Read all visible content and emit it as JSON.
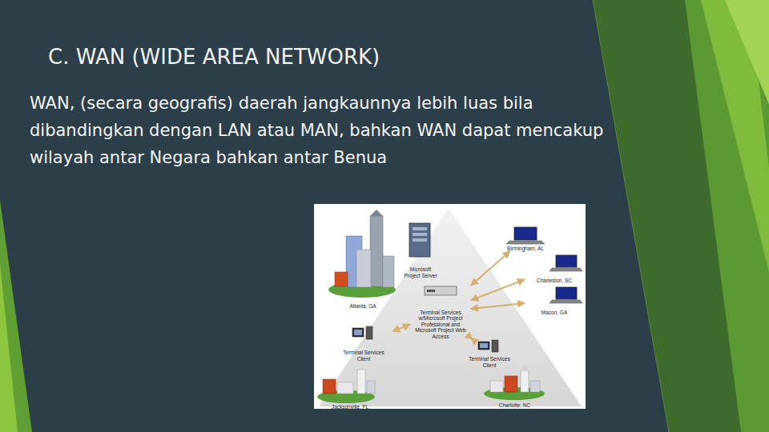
{
  "diagram": {
    "title": "C. WAN (WIDE AREA NETWORK)",
    "nodes": [
      {
        "text": [
          "Atlanta, GA"
        ]
      },
      {
        "text": [
          "Microsoft Project Server"
        ]
      },
      {
        "text": [
          "Terminal Services w/Microsoft Project Professional and Microsoft Project Web Access"
        ]
      },
      {
        "text": [
          "Birmingham, AL"
        ]
      },
      {
        "text": [
          "Charleston, SC"
        ]
      },
      {
        "text": [
          "Macon, GA"
        ]
      },
      {
        "text": [
          "Terminal Services Client"
        ]
      },
      {
        "text": [
          "Terminal Services Client"
        ]
      },
      {
        "text": [
          "Jacksonville, FL"
        ]
      },
      {
        "text": [
          "Charlotte, NC"
        ]
      }
    ],
    "edges": [
      {
        "from": 3,
        "to": 2,
        "arrow": "both"
      },
      {
        "from": 4,
        "to": 2,
        "arrow": "both"
      },
      {
        "from": 5,
        "to": 2,
        "arrow": "both"
      },
      {
        "from": 2,
        "to": 6,
        "arrow": "both"
      },
      {
        "from": 2,
        "to": 7,
        "arrow": "both"
      }
    ],
    "labels": [
      "WAN, (secara geografis) daerah jangkaunnya lebih luas bila dibandingkan dengan LAN atau MAN, bahkan WAN dapat mencakup wilayah antar Negara bahkan antar Benua"
    ]
  }
}
